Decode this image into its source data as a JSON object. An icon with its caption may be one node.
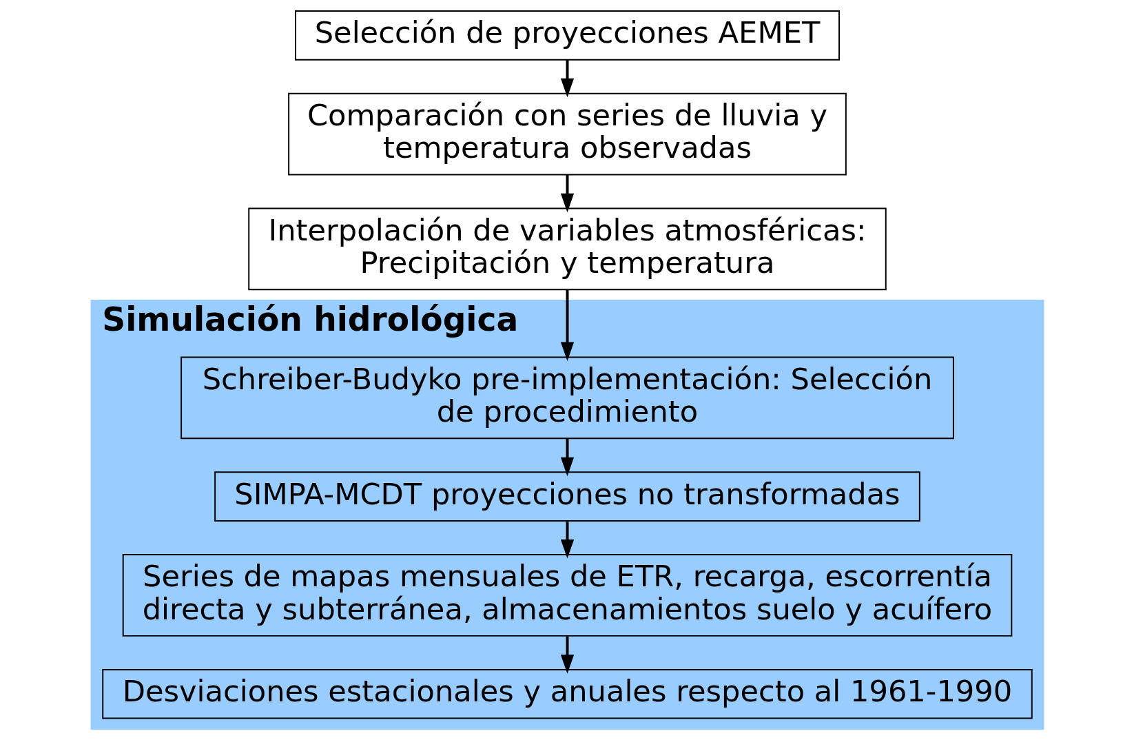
{
  "diagram": {
    "nodes": [
      {
        "text": [
          "Selección de proyecciones AEMET"
        ]
      },
      {
        "text": [
          "Comparación con series de lluvia y temperatura observadas"
        ]
      },
      {
        "text": [
          "Interpolación de variables atmosféricas: Precipitación y temperatura"
        ]
      },
      {
        "text": [
          "Simulación hidrológica"
        ]
      },
      {
        "text": [
          "Schreiber-Budyko pre-implementación: Selección de procedimiento"
        ],
        "in": 3
      },
      {
        "text": [
          "SIMPA-MCDT proyecciones no transformadas"
        ],
        "in": 3
      },
      {
        "text": [
          "Series de mapas mensuales de ETR, recarga, escorrentía directa y subterránea, almacenamientos suelo y acuífero"
        ],
        "in": 3
      },
      {
        "text": [
          "Desviaciones estacionales y anuales respecto al 1961-1990"
        ],
        "in": 3
      }
    ],
    "edges": [
      {
        "from": 0,
        "to": 1,
        "arrow": "to"
      },
      {
        "from": 1,
        "to": 2,
        "arrow": "to"
      },
      {
        "from": 2,
        "to": 4,
        "arrow": "to"
      },
      {
        "from": 4,
        "to": 5,
        "arrow": "to"
      },
      {
        "from": 5,
        "to": 6,
        "arrow": "to"
      },
      {
        "from": 6,
        "to": 7,
        "arrow": "to"
      }
    ]
  }
}
